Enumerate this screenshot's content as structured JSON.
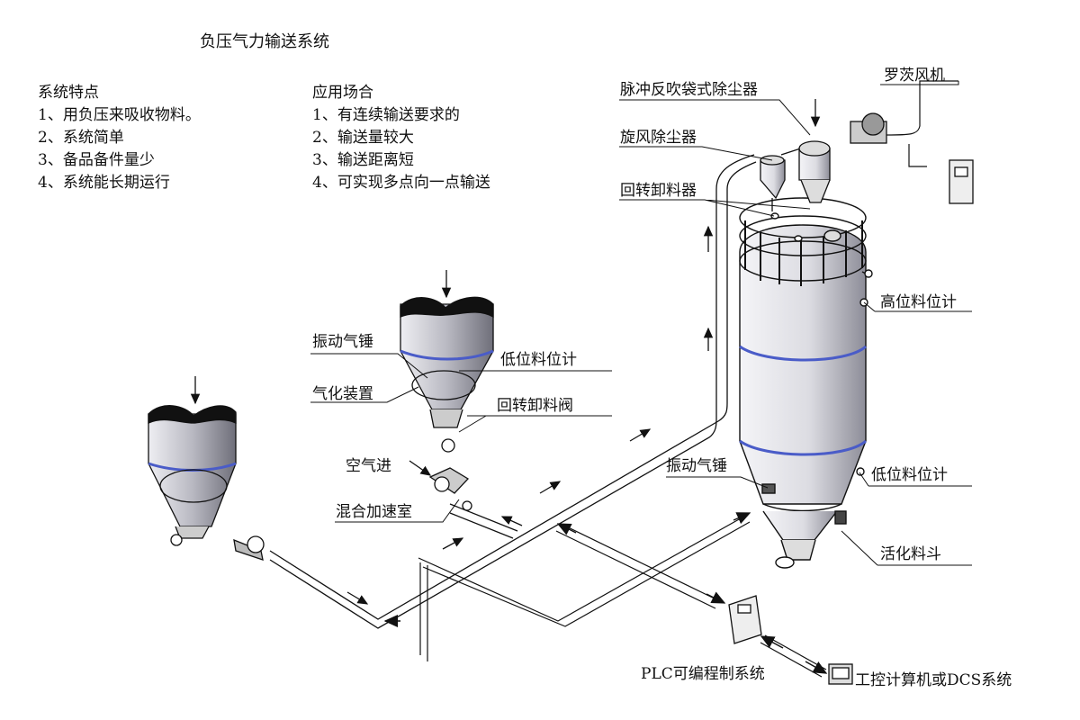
{
  "title": "负压气力输送系统",
  "features": {
    "heading": "系统特点",
    "items": [
      "1、用负压来吸收物料。",
      "2、系统简单",
      "3、备品备件量少",
      "4、系统能长期运行"
    ]
  },
  "applications": {
    "heading": "应用场合",
    "items": [
      "1、有连续输送要求的",
      "2、输送量较大",
      "3、输送距离短",
      "4、可实现多点向一点输送"
    ]
  },
  "labels": {
    "pulse_dust_collector": "脉冲反吹袋式除尘器",
    "roots_blower": "罗茨风机",
    "cyclone": "旋风除尘器",
    "rotary_feeder_top": "回转卸料器",
    "high_level": "高位料位计",
    "vibrator_mid": "振动气锤",
    "aeration": "气化装置",
    "low_level_mid": "低位料位计",
    "rotary_valve_mid": "回转卸料阀",
    "air_inlet": "空气进",
    "mixing_chamber": "混合加速室",
    "vibrator_silo": "振动气锤",
    "low_level_silo": "低位料位计",
    "activation_hopper": "活化料斗",
    "plc": "PLC可编程制系统",
    "ipc": "工控计算机或DCS系统"
  },
  "colors": {
    "line": "#111111",
    "band": "#4a5cc8",
    "silo_light": "#e9e9ee",
    "silo_dark": "#8a8a95"
  }
}
